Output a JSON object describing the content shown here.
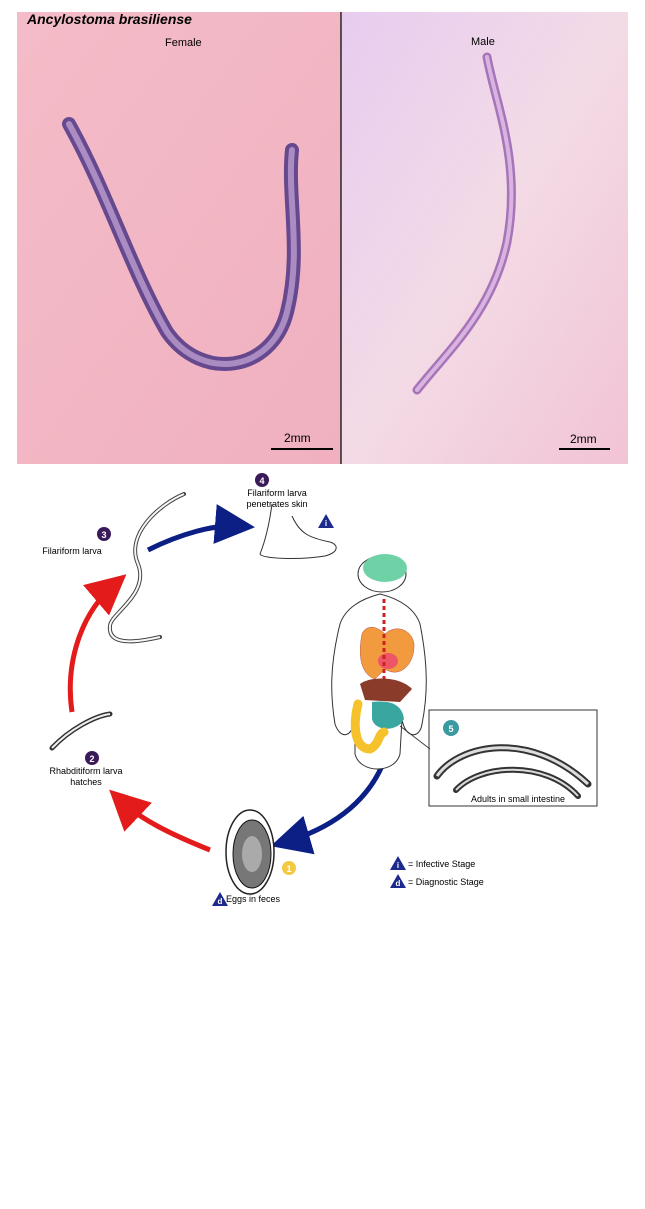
{
  "header": {
    "title": "Ancylostoma brasiliense",
    "panels": [
      {
        "label": "Female",
        "scale_bar": "2mm"
      },
      {
        "label": "Male",
        "scale_bar": "2mm"
      }
    ]
  },
  "lifecycle": {
    "stages": [
      {
        "number": "1",
        "label": "Eggs in feces",
        "badge": "d"
      },
      {
        "number": "2",
        "label_line1": "Rhabditiform larva",
        "label_line2": "hatches"
      },
      {
        "number": "3",
        "label": "Filariform larva"
      },
      {
        "number": "4",
        "label_line1": "Filariform larva",
        "label_line2": "penetrates skin",
        "badge": "i"
      },
      {
        "number": "5",
        "label": "Adults in small intestine"
      }
    ],
    "legend": [
      {
        "badge": "i",
        "text": "= Infective Stage"
      },
      {
        "badge": "d",
        "text": "= Diagnostic Stage"
      }
    ]
  },
  "colors": {
    "stain_background": "#f2b9c4",
    "worm_stain": "#5a3f8e",
    "arrow_red": "#e31b1b",
    "arrow_blue": "#0b1f84",
    "badge_purple": "#3b1a5a",
    "badge_teal": "#3a9aa0",
    "badge_yellow": "#f5c842",
    "stage_badge_blue": "#1b2a8c"
  }
}
